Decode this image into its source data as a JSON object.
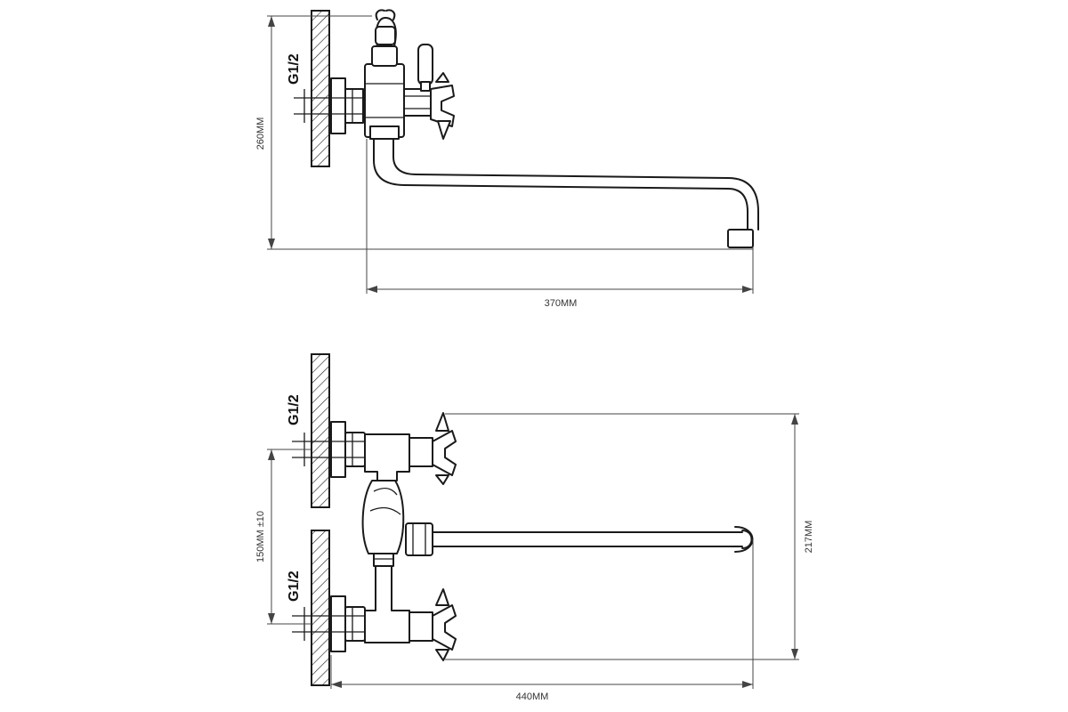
{
  "top_view": {
    "thread_label": "G1/2",
    "height_label": "260MM",
    "width_label": "370MM"
  },
  "front_view": {
    "upper_thread_label": "G1/2",
    "lower_thread_label": "G1/2",
    "inlet_spacing_label": "150MM ±10",
    "height_label": "217MM",
    "width_label": "440MM"
  },
  "colors": {
    "line": "#1a1a1a",
    "dimension": "#444444",
    "background": "#ffffff"
  }
}
